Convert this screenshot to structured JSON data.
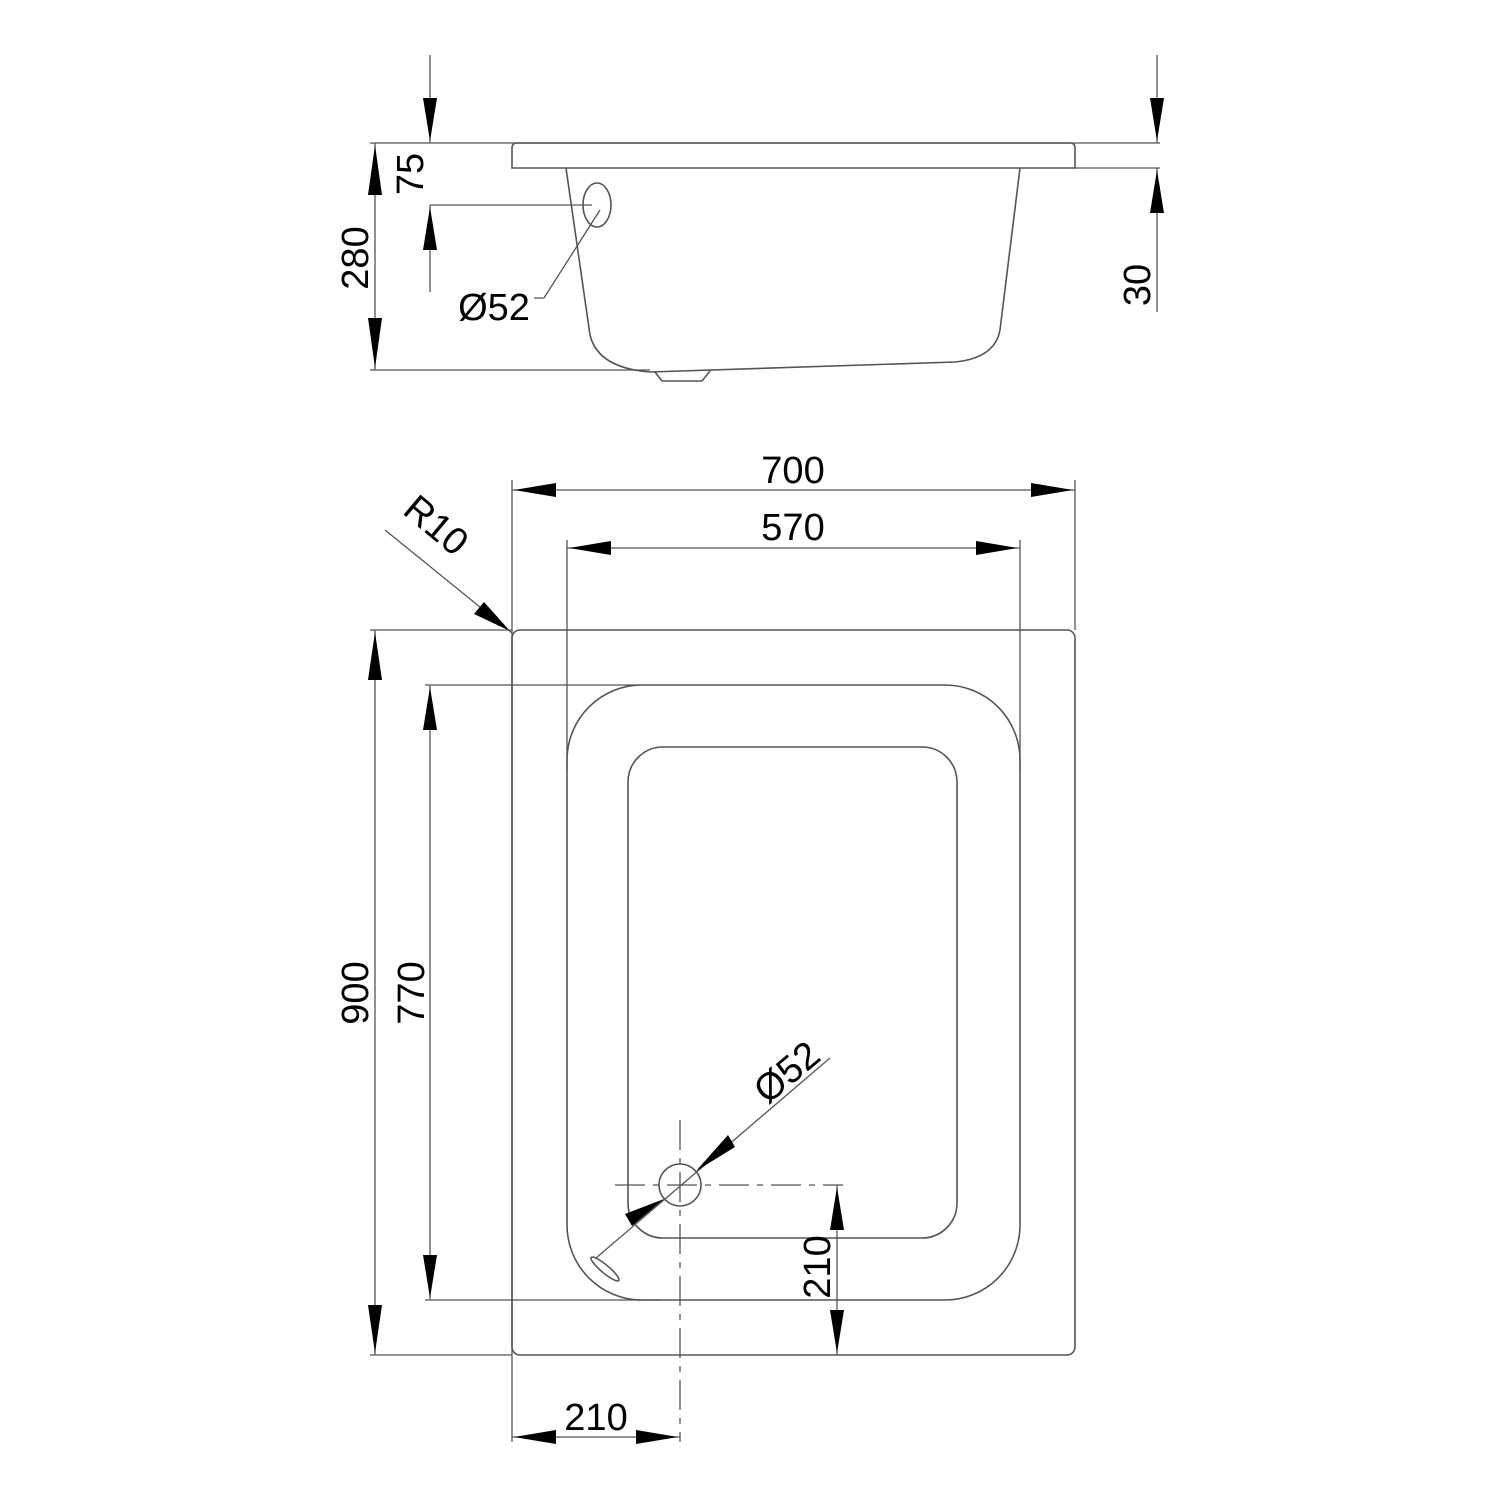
{
  "side_view": {
    "total_height": "280",
    "overflow_height": "75",
    "flange_thickness": "30",
    "overflow_diameter": "Ø52"
  },
  "plan_view": {
    "outer_width": "700",
    "inner_width": "570",
    "corner_radius": "R10",
    "outer_length": "900",
    "inner_length": "770",
    "drain_diameter": "Ø52",
    "drain_offset_y": "210",
    "drain_offset_x": "210"
  }
}
